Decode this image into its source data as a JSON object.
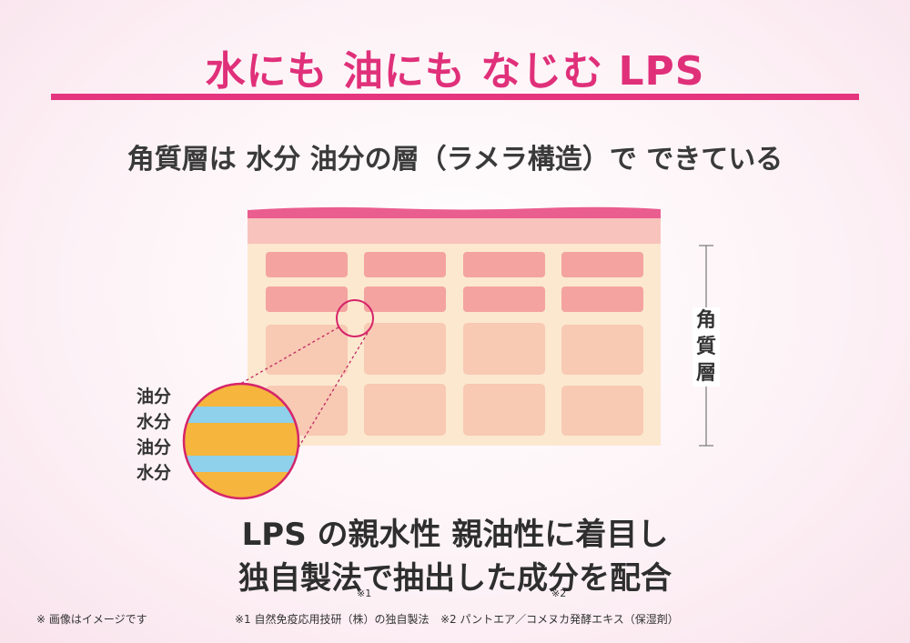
{
  "title": "水にも 油にも なじむ LPS",
  "subtitle": "角質層は 水分 油分の層（ラメラ構造）で できている",
  "layer_labels": [
    "油分",
    "水分",
    "油分",
    "水分"
  ],
  "bracket_label": "角質層",
  "bottom": {
    "line1": "LPS の親水性 親油性に着目し",
    "line2_a": "独自製法",
    "line2_b": "で抽出した",
    "line2_c": "成分",
    "line2_d": "を配合",
    "mark1": "※1",
    "mark2": "※2"
  },
  "footnotes": {
    "image_note": "※ 画像はイメージです",
    "note1": "※1 自然免疫応用技研（株）の独自製法",
    "note2": "※2 パントエア／コメヌカ発酵エキス（保湿剤）"
  },
  "colors": {
    "accent": "#e4357e",
    "oil": "#f6b53c",
    "water": "#8fd0ea",
    "cell_top": "#f4a3a0",
    "cell_bottom": "#f8c9b3",
    "skin": "#fbe8cf"
  }
}
